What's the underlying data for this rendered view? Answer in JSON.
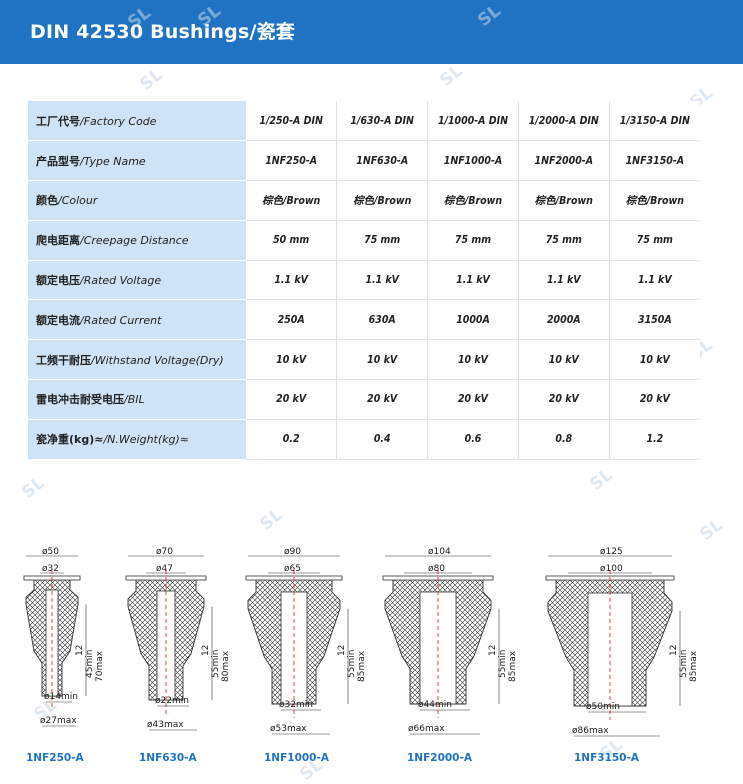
{
  "header": {
    "title": "DIN 42530 Bushings/瓷套"
  },
  "watermark": "SL",
  "table": {
    "rows": [
      {
        "cn": "工厂代号",
        "en": "/Factory Code",
        "values": [
          "1/250-A DIN",
          "1/630-A DIN",
          "1/1000-A DIN",
          "1/2000-A DIN",
          "1/3150-A DIN"
        ]
      },
      {
        "cn": "产品型号",
        "en": "/Type Name",
        "values": [
          "1NF250-A",
          "1NF630-A",
          "1NF1000-A",
          "1NF2000-A",
          "1NF3150-A"
        ]
      },
      {
        "cn": "颜色",
        "en": "/Colour",
        "values": [
          "棕色/Brown",
          "棕色/Brown",
          "棕色/Brown",
          "棕色/Brown",
          "棕色/Brown"
        ]
      },
      {
        "cn": "爬电距离",
        "en": "/Creepage Distance",
        "values": [
          "50 mm",
          "75 mm",
          "75 mm",
          "75 mm",
          "75 mm"
        ]
      },
      {
        "cn": "额定电压",
        "en": "/Rated Voltage",
        "values": [
          "1.1 kV",
          "1.1 kV",
          "1.1 kV",
          "1.1 kV",
          "1.1 kV"
        ]
      },
      {
        "cn": "额定电流",
        "en": "/Rated Current",
        "values": [
          "250A",
          "630A",
          "1000A",
          "2000A",
          "3150A"
        ]
      },
      {
        "cn": "工频干耐压",
        "en": "/Withstand Voltage(Dry)",
        "values": [
          "10 kV",
          "10 kV",
          "10 kV",
          "10 kV",
          "10 kV"
        ]
      },
      {
        "cn": "雷电冲击耐受电压",
        "en": "/BIL",
        "values": [
          "20 kV",
          "20 kV",
          "20 kV",
          "20 kV",
          "20 kV"
        ]
      },
      {
        "cn": "瓷净重(kg)≈",
        "en": "/N.Weight(kg)≈",
        "values": [
          "0.2",
          "0.4",
          "0.6",
          "0.8",
          "1.2"
        ]
      }
    ]
  },
  "drawings": [
    {
      "name": "1NF250-A",
      "dims": [
        "ø50",
        "ø32",
        "12",
        "45min",
        "70max",
        "ø14min",
        "ø27max"
      ]
    },
    {
      "name": "1NF630-A",
      "dims": [
        "ø70",
        "ø47",
        "12",
        "55min",
        "80max",
        "ø22min",
        "ø43max"
      ]
    },
    {
      "name": "1NF1000-A",
      "dims": [
        "ø90",
        "ø65",
        "12",
        "55min",
        "85max",
        "ø32min",
        "ø53max"
      ]
    },
    {
      "name": "1NF2000-A",
      "dims": [
        "ø104",
        "ø80",
        "12",
        "55min",
        "85max",
        "ø44min",
        "ø66max"
      ]
    },
    {
      "name": "1NF3150-A",
      "dims": [
        "ø125",
        "ø100",
        "12",
        "55min",
        "85max",
        "ø50min",
        "ø86max"
      ]
    }
  ]
}
